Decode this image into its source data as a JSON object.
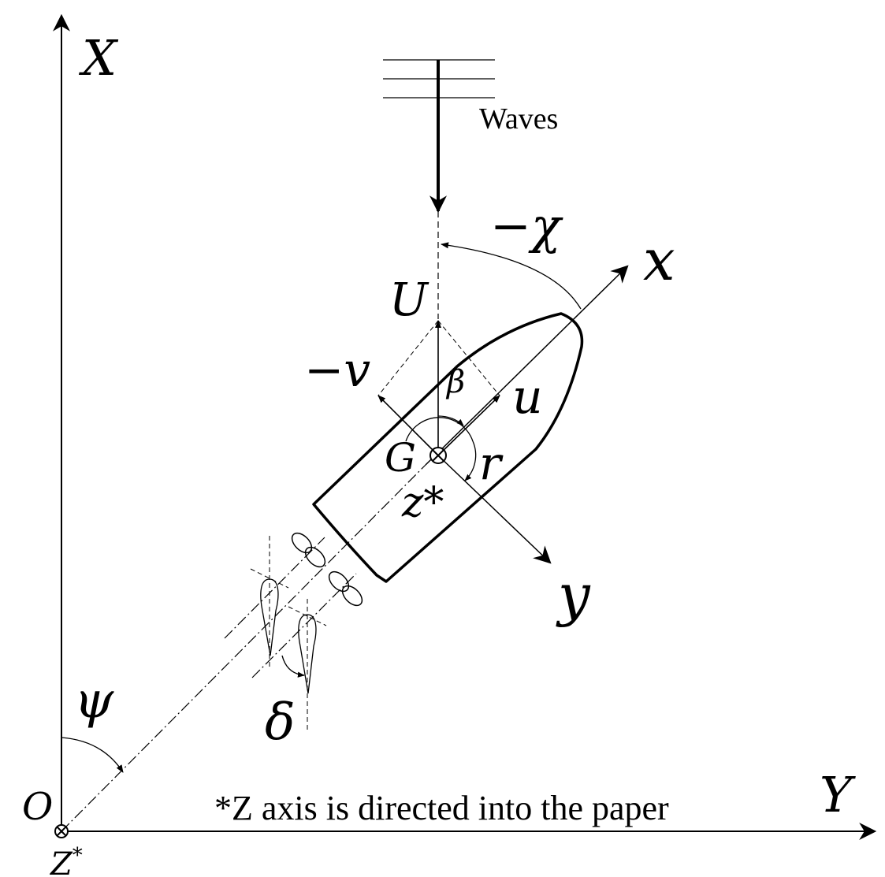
{
  "labels": {
    "global_x": "X",
    "global_y": "Y",
    "origin": "O",
    "global_z": "Z",
    "global_z_sup": "*",
    "waves": "Waves",
    "chi": "−χ",
    "body_x": "x",
    "body_y": "y",
    "speed": "U",
    "neg_v": "−v",
    "beta": "β",
    "u": "u",
    "r": "r",
    "g": "G",
    "z_star": "z*",
    "psi": "ψ",
    "delta": "δ",
    "note": "*Z axis is directed into the paper"
  }
}
